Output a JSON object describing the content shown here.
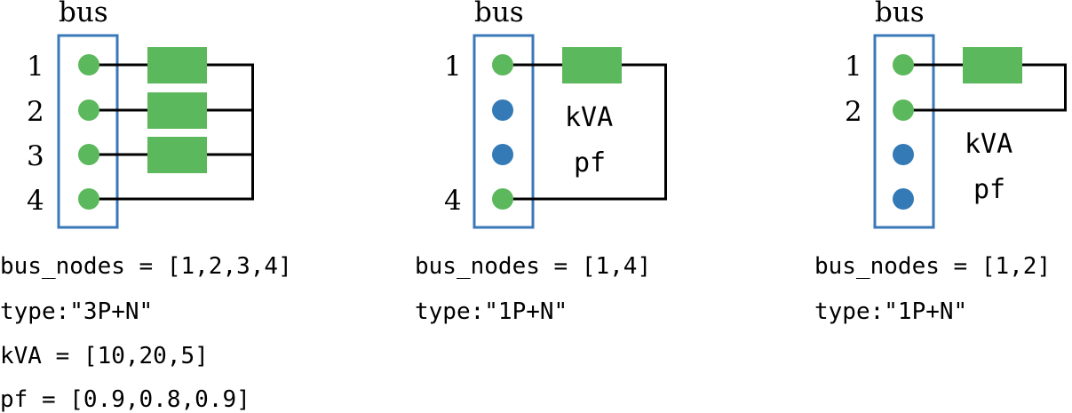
{
  "colors": {
    "connected": "#5cb85c",
    "unconnected": "#337ab7",
    "bus_outline": "#3a78b8",
    "load": "#5cb85c",
    "wire": "#000000"
  },
  "panels": [
    {
      "bus_label": "bus",
      "node_labels": [
        "1",
        "2",
        "3",
        "4"
      ],
      "node_states": [
        "connected",
        "connected",
        "connected",
        "connected"
      ],
      "load_labels": [],
      "code_lines": [
        "bus_nodes = [1,2,3,4]",
        "type:\"3P+N\"",
        "kVA = [10,20,5]",
        "pf = [0.9,0.8,0.9]"
      ]
    },
    {
      "bus_label": "bus",
      "node_labels": [
        "1",
        "",
        "",
        "4"
      ],
      "node_states": [
        "connected",
        "unconnected",
        "unconnected",
        "connected"
      ],
      "load_labels": [
        "kVA",
        "pf"
      ],
      "code_lines": [
        "bus_nodes = [1,4]",
        "type:\"1P+N\""
      ]
    },
    {
      "bus_label": "bus",
      "node_labels": [
        "1",
        "2",
        "",
        ""
      ],
      "node_states": [
        "connected",
        "connected",
        "unconnected",
        "unconnected"
      ],
      "load_labels": [
        "kVA",
        "pf"
      ],
      "code_lines": [
        "bus_nodes = [1,2]",
        "type:\"1P+N\""
      ]
    }
  ]
}
